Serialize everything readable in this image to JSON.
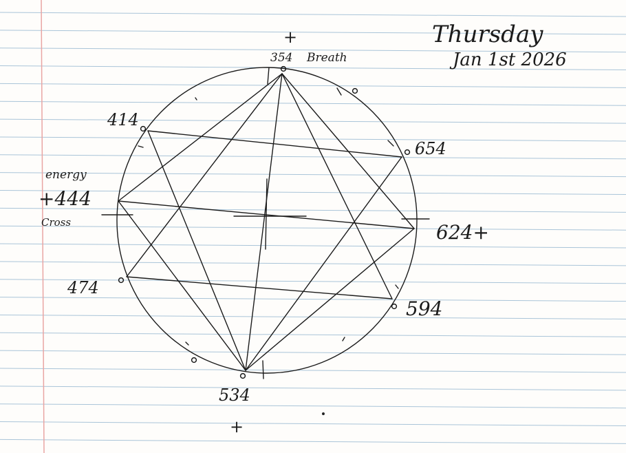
{
  "notes": {
    "day": "Thursday",
    "date": "Jan 1st 2026"
  },
  "points": {
    "top": {
      "number": "354",
      "note": "Breath"
    },
    "upper_left": {
      "number": "414"
    },
    "upper_right": {
      "number": "654"
    },
    "left": {
      "prefix": "energy",
      "number": "+444",
      "suffix": "Cross"
    },
    "right": {
      "number": "624+"
    },
    "lower_left": {
      "number": "474"
    },
    "lower_right": {
      "number": "594"
    },
    "bottom": {
      "number": "534"
    }
  },
  "marks": {
    "top_cross": "+",
    "bottom_cross": "+"
  },
  "colors": {
    "paper": "#fefdfb",
    "ruling": "#a9c4d8",
    "margin": "#e9a5a3",
    "ink": "#1b1b1b"
  }
}
